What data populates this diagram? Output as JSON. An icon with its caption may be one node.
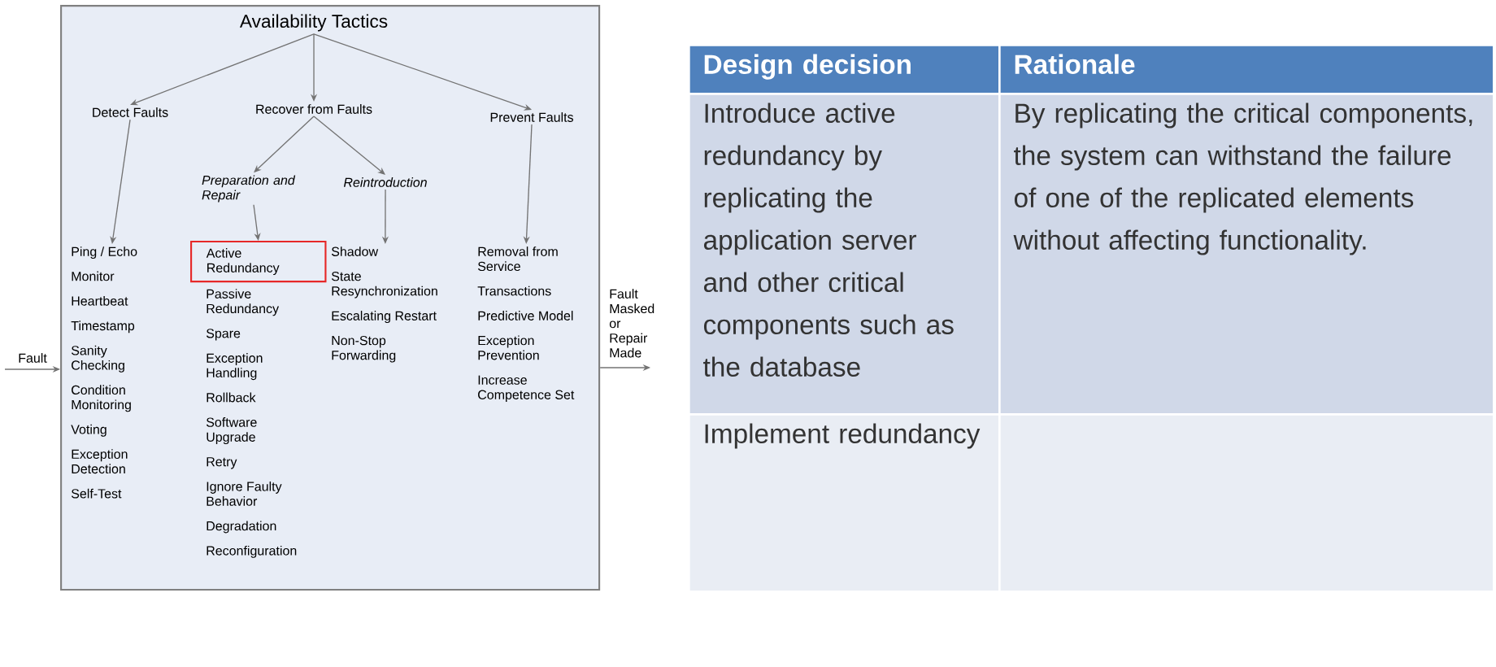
{
  "diagram": {
    "nodes": [
      {
        "text": [],
        "shape": "box"
      },
      {
        "text": [
          "Availability Tactics"
        ],
        "in": 0
      },
      {
        "text": [
          "Detect Faults"
        ],
        "in": 0
      },
      {
        "text": [
          "Recover from Faults"
        ],
        "in": 0
      },
      {
        "text": [
          "Prevent Faults"
        ],
        "in": 0
      },
      {
        "text": [
          "Preparation and Repair"
        ],
        "in": 0
      },
      {
        "text": [
          "Reintroduction"
        ],
        "in": 0
      },
      {
        "text": [
          "Ping / Echo",
          "Monitor",
          "Heartbeat",
          "Timestamp",
          "Sanity Checking",
          "Condition Monitoring",
          "Voting",
          "Exception Detection",
          "Self-Test"
        ],
        "in": 0
      },
      {
        "text": [
          "Active Redundancy"
        ],
        "in": 0
      },
      {
        "text": [
          "Passive Redundancy",
          "Spare",
          "Exception Handling",
          "Rollback",
          "Software Upgrade",
          "Retry",
          "Ignore Faulty Behavior",
          "Degradation",
          "Reconfiguration"
        ],
        "in": 0
      },
      {
        "text": [
          "Shadow",
          "State Resynchronization",
          "Escalating Restart",
          "Non-Stop Forwarding"
        ],
        "in": 0
      },
      {
        "text": [
          "Removal from Service",
          "Transactions",
          "Predictive Model",
          "Exception Prevention",
          "Increase Competence Set"
        ],
        "in": 0
      }
    ],
    "edges": [
      {
        "from": 1,
        "to": 2,
        "arrow": "to"
      },
      {
        "from": 1,
        "to": 3,
        "arrow": "to"
      },
      {
        "from": 1,
        "to": 4,
        "arrow": "to"
      },
      {
        "from": 3,
        "to": 5,
        "arrow": "to"
      },
      {
        "from": 3,
        "to": 6,
        "arrow": "to"
      },
      {
        "from": 2,
        "to": 7,
        "arrow": "to"
      },
      {
        "from": 5,
        "to": 8,
        "arrow": "to"
      },
      {
        "from": 6,
        "to": 10,
        "arrow": "to"
      },
      {
        "from": 4,
        "to": 11,
        "arrow": "to"
      },
      {
        "from": null,
        "to": 0,
        "arrow": "to",
        "label": "Fault"
      },
      {
        "from": 0,
        "to": null,
        "arrow": "to",
        "label": "Fault Masked or Repair Made"
      }
    ],
    "labels": [
      "Design decision",
      "Rationale",
      "Introduce active redundancy by replicating the application server and other critical components such as the database",
      "By replicating the critical components, the system can withstand the failure of one of the replicated elements without affecting functionality.",
      "Implement redundancy"
    ]
  }
}
